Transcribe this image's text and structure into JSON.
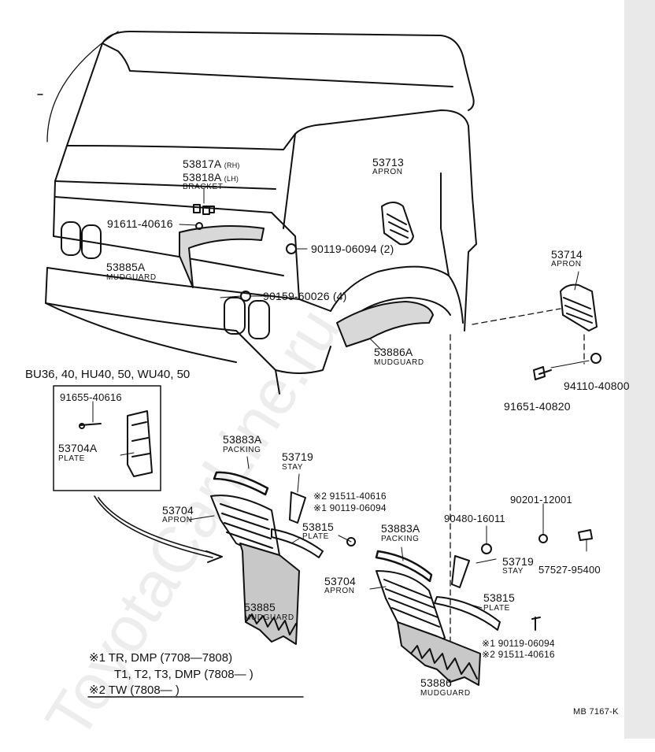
{
  "watermark": "ToyotaCarLine.ru",
  "model_caption": "BU36, 40, HU40, 50, WU40, 50",
  "drawing_id": "MB 7167-K",
  "parts": {
    "p53817A": {
      "number": "53817A",
      "side": "(RH)"
    },
    "p53818A": {
      "number": "53818A",
      "side": "(LH)",
      "name": "BRACKET"
    },
    "p53713": {
      "number": "53713",
      "name": "APRON"
    },
    "p91611": {
      "number": "91611-40616"
    },
    "p90119_2": {
      "number": "90119-06094 (2)"
    },
    "p53885A": {
      "number": "53885A",
      "name": "MUDGUARD"
    },
    "p90159": {
      "number": "90159-60026 (4)"
    },
    "p53714": {
      "number": "53714",
      "name": "APRON"
    },
    "p53886A": {
      "number": "53886A",
      "name": "MUDGUARD"
    },
    "p94110": {
      "number": "94110-40800"
    },
    "p91651": {
      "number": "91651-40820"
    },
    "p91655": {
      "number": "91655-40616"
    },
    "p53704A": {
      "number": "53704A",
      "name": "PLATE"
    },
    "p53883A_l": {
      "number": "53883A",
      "name": "PACKING"
    },
    "p53719_l": {
      "number": "53719",
      "name": "STAY"
    },
    "p91511_l": {
      "number": "※2 91511-40616"
    },
    "p90119_l": {
      "number": "※1 90119-06094"
    },
    "p53704_l": {
      "number": "53704",
      "name": "APRON"
    },
    "p53815_l": {
      "number": "53815",
      "name": "PLATE"
    },
    "p53885": {
      "number": "53885",
      "name": "MUDGUARD"
    },
    "p53883A_r": {
      "number": "53883A",
      "name": "PACKING"
    },
    "p90201": {
      "number": "90201-12001"
    },
    "p90480": {
      "number": "90480-16011"
    },
    "p57527": {
      "number": "57527-95400"
    },
    "p53719_r": {
      "number": "53719",
      "name": "STAY"
    },
    "p53704_r": {
      "number": "53704",
      "name": "APRON"
    },
    "p53815_r": {
      "number": "53815",
      "name": "PLATE"
    },
    "p90119_r": {
      "number": "※1 90119-06094"
    },
    "p91511_r": {
      "number": "※2 91511-40616"
    },
    "p53886": {
      "number": "53886",
      "name": "MUDGUARD"
    }
  },
  "notes": {
    "n1a": "※1 TR, DMP (7708—7808)",
    "n1b": "T1, T2, T3, DMP (7808—       )",
    "n2": "※2 TW (7808—       )"
  }
}
